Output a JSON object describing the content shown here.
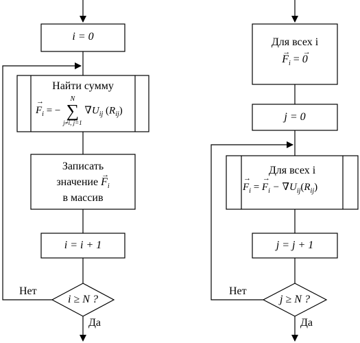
{
  "left": {
    "init": "i = 0",
    "find_sum": "Найти сумму",
    "sum_formula_lhs": "F",
    "sum_formula_sub": "i",
    "sum_top": "N",
    "sum_bottom": "j≠i, j=1",
    "sum_term": "∇U",
    "sum_term_sub": "ij",
    "sum_arg": "R",
    "sum_arg_sub": "ij",
    "record_line1": "Записать",
    "record_line2": "значение",
    "record_vec": "F",
    "record_vec_sub": "i",
    "record_line3": "в массив",
    "increment": "i = i + 1",
    "condition": "i ≥ N ?",
    "no_label": "Нет",
    "yes_label": "Да"
  },
  "right": {
    "init_line1": "Для всех i",
    "init_vec": "F",
    "init_vec_sub": "i",
    "init_eq": " = ",
    "init_zero": "0",
    "init_j": "j = 0",
    "loop_line1": "Для всех i",
    "loop_vec": "F",
    "loop_vec_sub": "i",
    "loop_eq": " = ",
    "loop_vec2": "F",
    "loop_vec2_sub": "i",
    "loop_minus": " − ∇U",
    "loop_term_sub": "ij",
    "loop_arg": "R",
    "loop_arg_sub": "ij",
    "increment": "j = j + 1",
    "condition": "j ≥ N ?",
    "no_label": "Нет",
    "yes_label": "Да"
  }
}
